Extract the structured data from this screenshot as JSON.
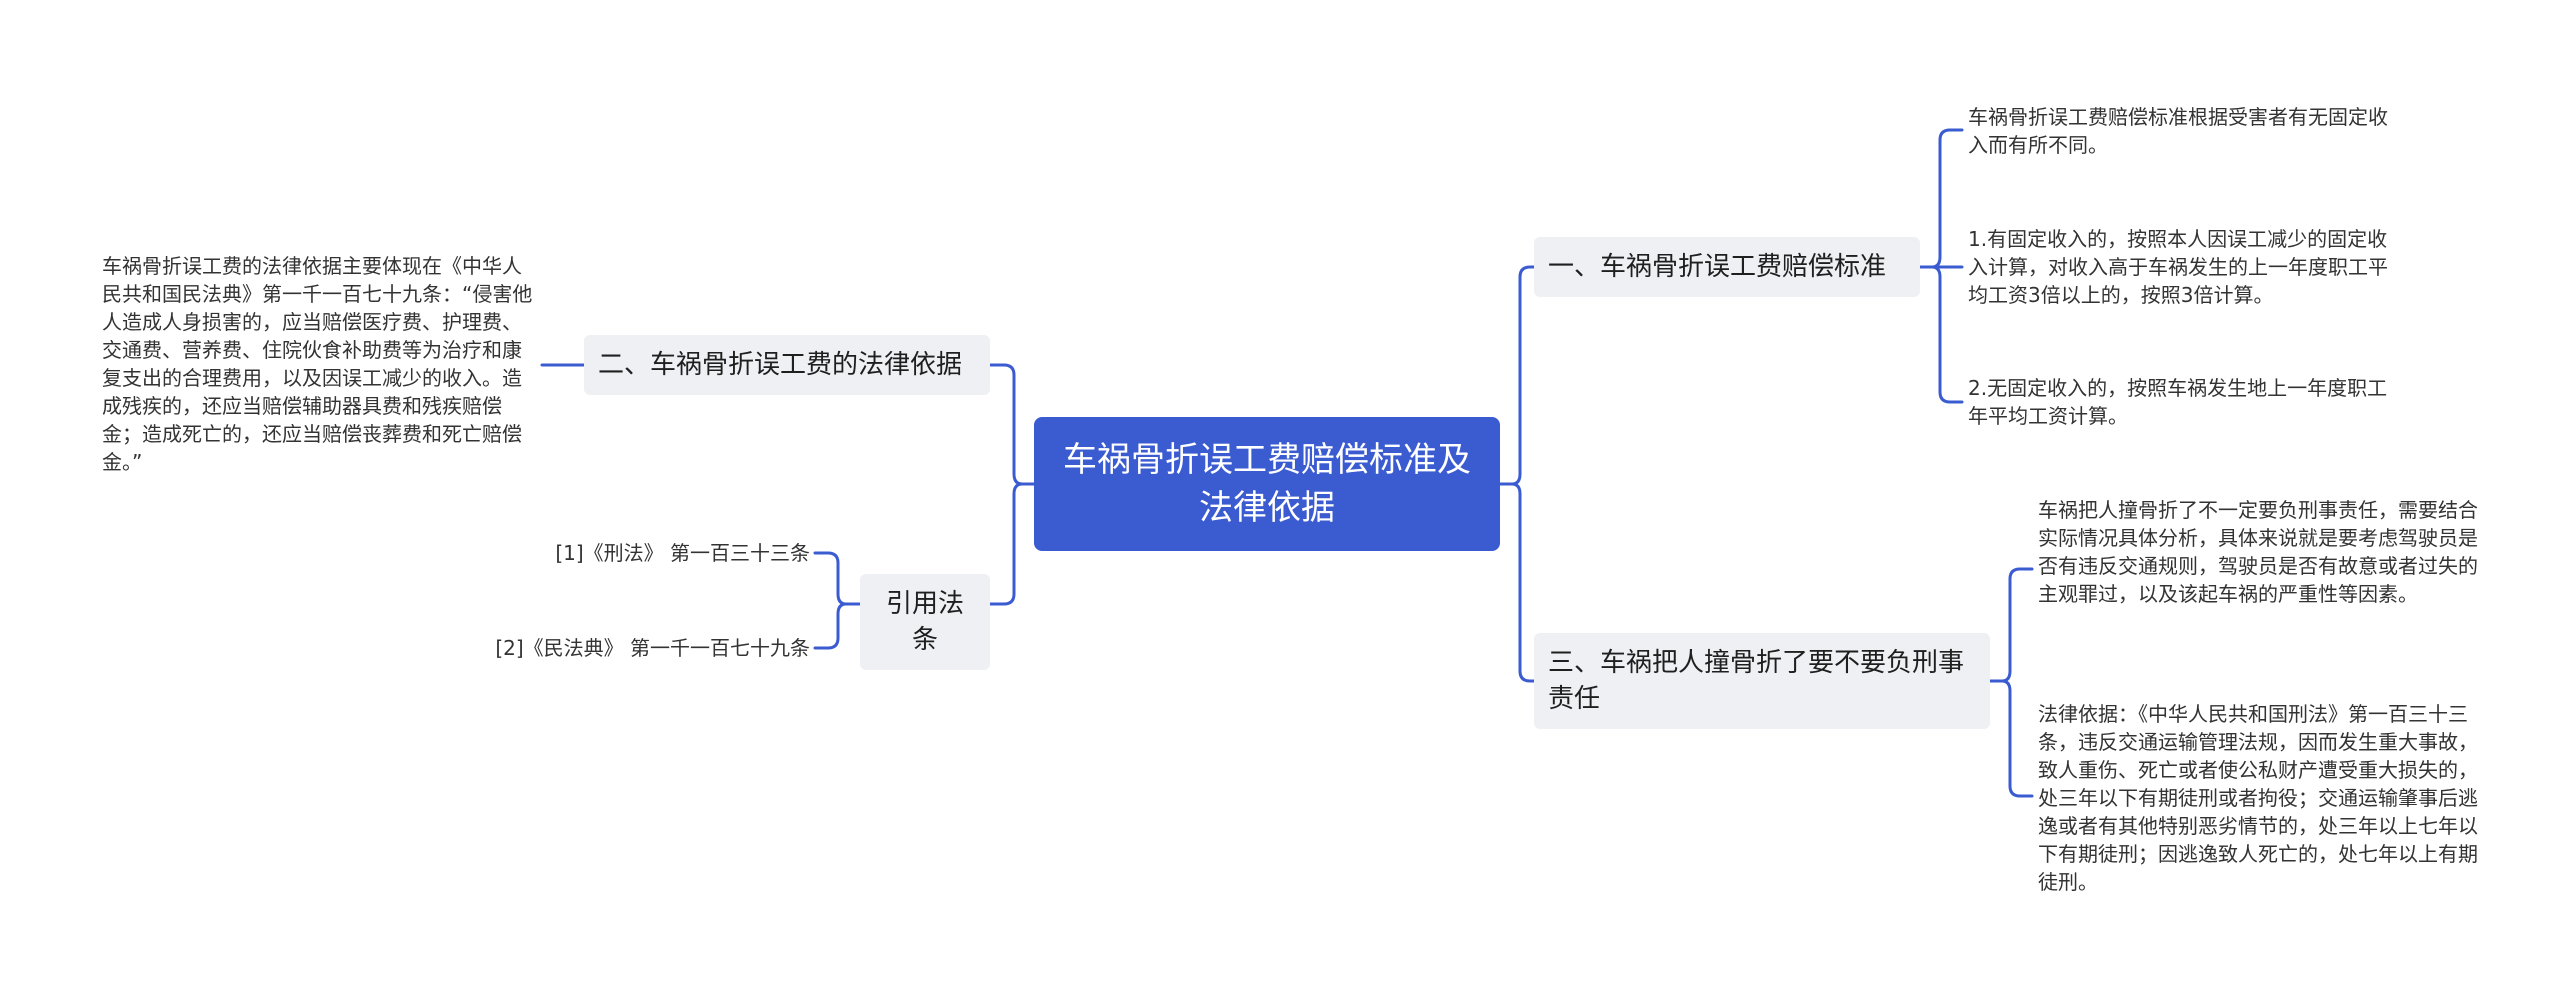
{
  "root": {
    "title": "车祸骨折误工费赔偿标准及法律依据"
  },
  "colors": {
    "root_fill": "#3b5bd1",
    "line": "#3b5bd1",
    "topic_fill": "#eef0f4"
  },
  "right_topics": [
    {
      "label": "一、车祸骨折误工费赔偿标准",
      "children": [
        "车祸骨折误工费赔偿标准根据受害者有无固定收入而有所不同。",
        "1.有固定收入的，按照本人因误工减少的固定收入计算，对收入高于车祸发生的上一年度职工平均工资3倍以上的，按照3倍计算。",
        "2.无固定收入的，按照车祸发生地上一年度职工年平均工资计算。"
      ]
    },
    {
      "label": "三、车祸把人撞骨折了要不要负刑事责任",
      "children": [
        "车祸把人撞骨折了不一定要负刑事责任，需要结合实际情况具体分析，具体来说就是要考虑驾驶员是否有违反交通规则，驾驶员是否有故意或者过失的主观罪过，以及该起车祸的严重性等因素。",
        "法律依据：《中华人民共和国刑法》第一百三十三条，违反交通运输管理法规，因而发生重大事故，致人重伤、死亡或者使公私财产遭受重大损失的，处三年以下有期徒刑或者拘役；交通运输肇事后逃逸或者有其他特别恶劣情节的，处三年以上七年以下有期徒刑；因逃逸致人死亡的，处七年以上有期徒刑。"
      ]
    }
  ],
  "left_topics": [
    {
      "label": "二、车祸骨折误工费的法律依据",
      "children": [
        "车祸骨折误工费的法律依据主要体现在《中华人民共和国民法典》第一千一百七十九条：“侵害他人造成人身损害的，应当赔偿医疗费、护理费、交通费、营养费、住院伙食补助费等为治疗和康复支出的合理费用，以及因误工减少的收入。造成残疾的，还应当赔偿辅助器具费和残疾赔偿金；造成死亡的，还应当赔偿丧葬费和死亡赔偿金。”"
      ]
    },
    {
      "label": "引用法条",
      "children": [
        "[1]《刑法》 第一百三十三条",
        "[2]《民法典》 第一千一百七十九条"
      ]
    }
  ]
}
